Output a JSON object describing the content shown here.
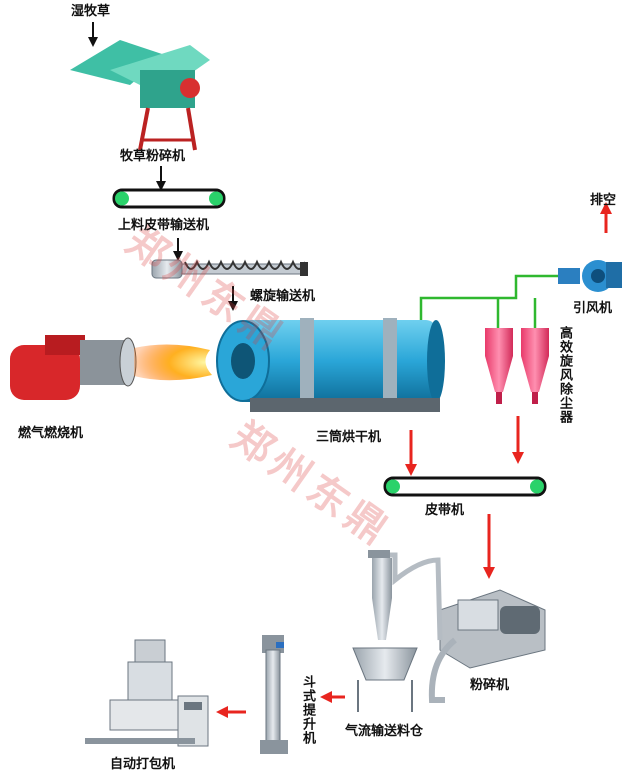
{
  "colors": {
    "flow_arrow_red": "#e8251f",
    "flow_arrow_black": "#111111",
    "air_duct_green": "#2fb82f",
    "watermark": "#dc3c3c"
  },
  "labels": {
    "wet_grass": "湿牧草",
    "grass_crusher": "牧草粉碎机",
    "feed_belt_conveyor": "上料皮带输送机",
    "screw_conveyor": "螺旋输送机",
    "gas_burner": "燃气燃烧机",
    "rotary_dryer": "三筒烘干机",
    "cyclone_dust_collector": "高效旋风除尘器",
    "induced_draft_fan": "引风机",
    "exhaust": "排空",
    "belt_conveyor": "皮带机",
    "pulverizer": "粉碎机",
    "pneumatic_silo": "气流输送料仓",
    "bucket_elevator": "斗式提升机",
    "auto_packer": "自动打包机"
  },
  "watermarks": [
    "郑州东鼎",
    "郑州东鼎"
  ]
}
